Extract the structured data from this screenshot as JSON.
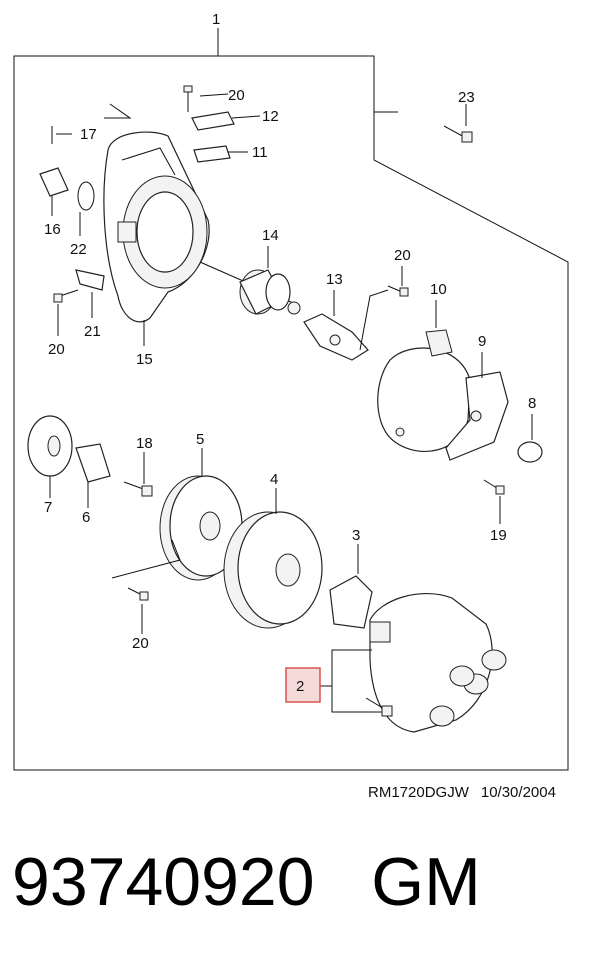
{
  "diagram": {
    "callouts": {
      "c1": "1",
      "c2": "2",
      "c3": "3",
      "c4": "4",
      "c5": "5",
      "c6": "6",
      "c7": "7",
      "c8": "8",
      "c9": "9",
      "c10": "10",
      "c11": "11",
      "c12": "12",
      "c13": "13",
      "c14": "14",
      "c15": "15",
      "c16": "16",
      "c17": "17",
      "c18": "18",
      "c19": "19",
      "c20a": "20",
      "c20b": "20",
      "c20c": "20",
      "c20d": "20",
      "c21": "21",
      "c22": "22",
      "c23": "23"
    },
    "highlight_color": "#d9534f",
    "highlight_fill": "#f6dada"
  },
  "footer": {
    "drawing_code": "RM1720DGJW",
    "date": "10/30/2004"
  },
  "caption": {
    "part_number": "93740920",
    "brand": "GM"
  }
}
